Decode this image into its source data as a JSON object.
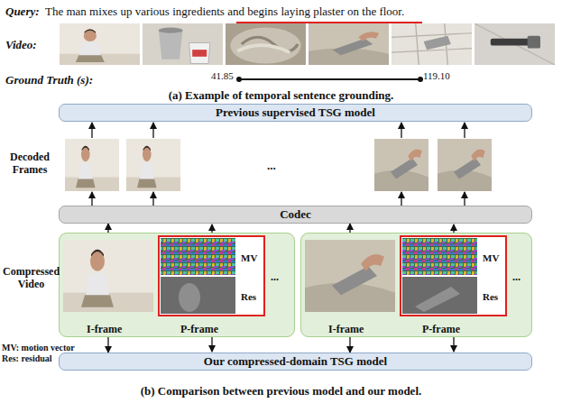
{
  "diagram": {
    "nodes": [
      {
        "text": [
          "Previous supervised TSG model"
        ]
      },
      {
        "text": [
          "Codec"
        ]
      },
      {
        "text": [
          "I-frame",
          "P-frame",
          "MV",
          "Res",
          "..."
        ]
      },
      {
        "text": [
          "I-frame",
          "P-frame",
          "MV",
          "Res",
          "..."
        ]
      },
      {
        "text": [
          "Our compressed-domain TSG model"
        ]
      }
    ],
    "edges": [
      {
        "from": 2,
        "to": 1,
        "arrow": "to"
      },
      {
        "from": 3,
        "to": 1,
        "arrow": "to"
      },
      {
        "from": 2,
        "to": 4,
        "arrow": "to"
      },
      {
        "from": 3,
        "to": 4,
        "arrow": "to"
      }
    ],
    "labels": [
      "Query:",
      "The man mixes up various ingredients and begins laying plaster on the floor.",
      "Video:",
      "Ground Truth (s):",
      "41.85",
      "119.10",
      "(a) Example of temporal sentence grounding.",
      "Decoded Frames",
      "...",
      "Compressed Video",
      "MV: motion vector",
      "Res: residual",
      "(b) Comparison between previous model and our model."
    ]
  }
}
